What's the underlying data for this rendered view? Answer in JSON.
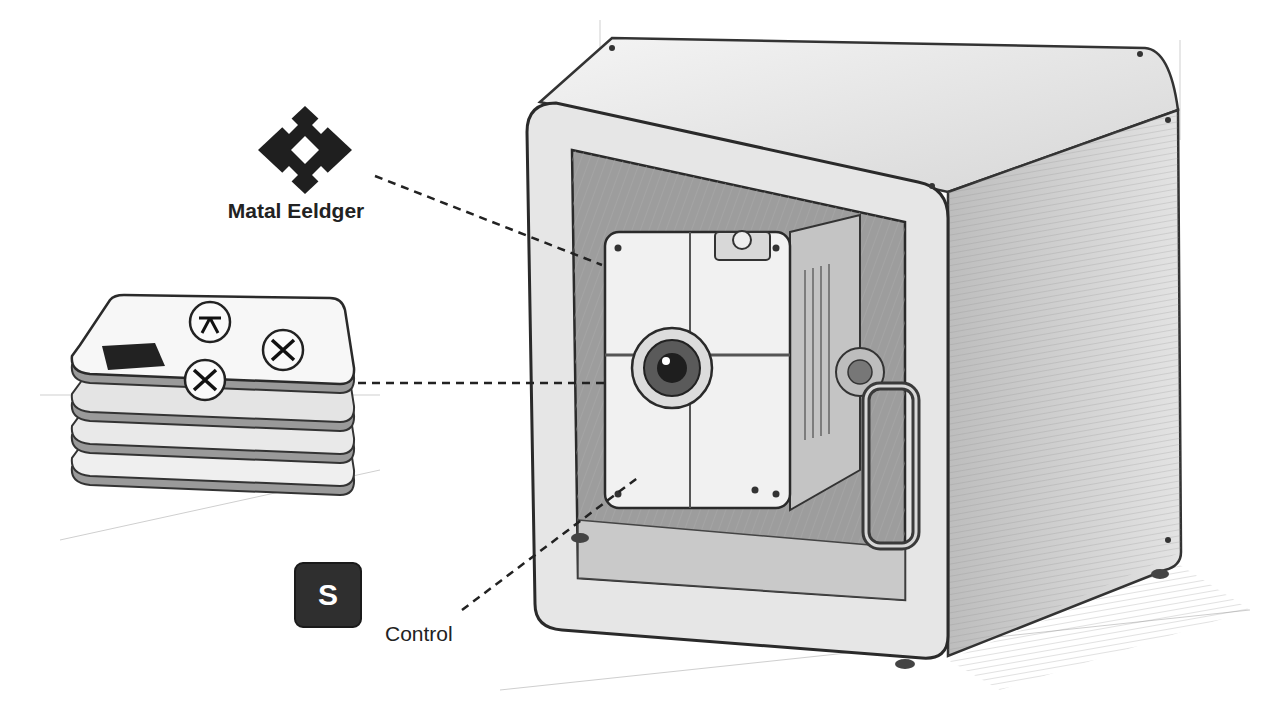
{
  "diagram": {
    "nodes": [
      {
        "text": [
          "S"
        ]
      }
    ],
    "labels": [
      "Matal Eeldger",
      "Control"
    ]
  }
}
